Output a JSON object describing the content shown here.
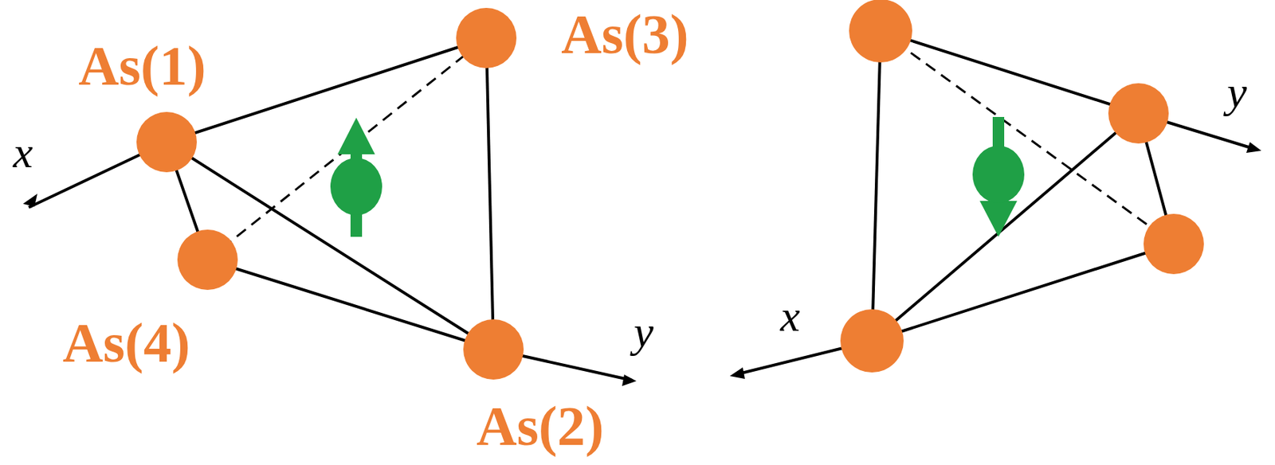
{
  "diagram": {
    "labels": [
      "As(3)",
      "As(1)",
      "x",
      "As(4)",
      "As(2)",
      "y",
      "y",
      "x"
    ]
  }
}
